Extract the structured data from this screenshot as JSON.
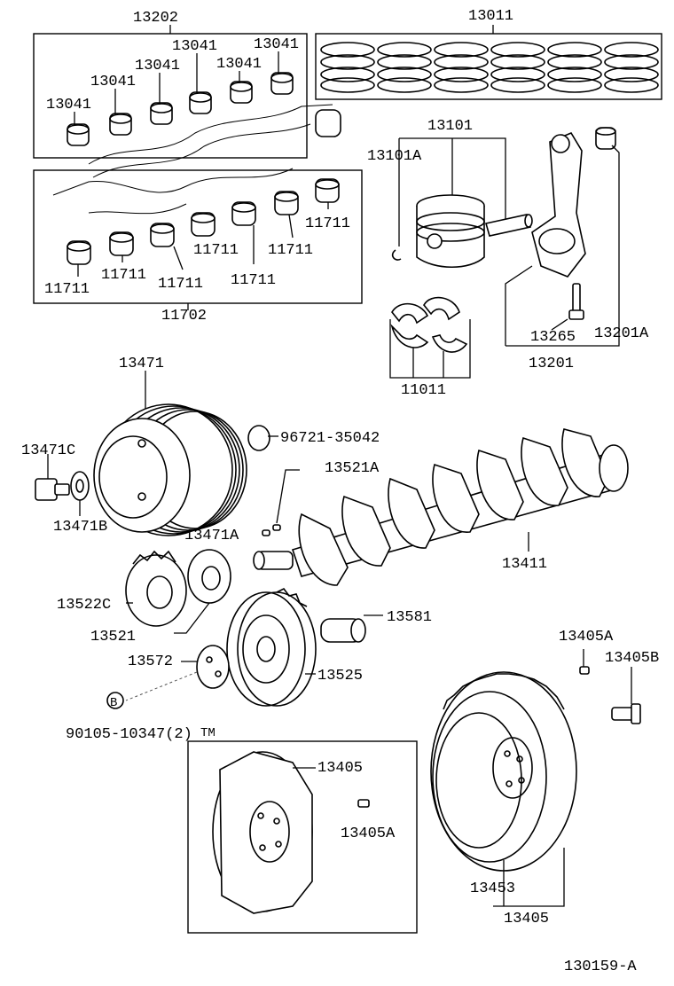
{
  "labels": {
    "l13202": "13202",
    "l13011": "13011",
    "l13041a": "13041",
    "l13041b": "13041",
    "l13041c": "13041",
    "l13041d": "13041",
    "l13041e": "13041",
    "l13041f": "13041",
    "l13101": "13101",
    "l13101A": "13101A",
    "l11711a": "11711",
    "l11711b": "11711",
    "l11711c": "11711",
    "l11711d": "11711",
    "l11711e": "11711",
    "l11711f": "11711",
    "l11711g": "11711",
    "l11702": "11702",
    "l13265": "13265",
    "l13201A": "13201A",
    "l13201": "13201",
    "l11011": "11011",
    "l13471": "13471",
    "l96721": "96721-35042",
    "l13471C": "13471C",
    "l13521A": "13521A",
    "l13471B": "13471B",
    "l13471A": "13471A",
    "l13411": "13411",
    "l13522C": "13522C",
    "l13521": "13521",
    "l13581": "13581",
    "l13405A_top": "13405A",
    "l13405B": "13405B",
    "l13572": "13572",
    "l13525": "13525",
    "circleB": "B",
    "l90105": "90105-10347(2)",
    "lTM": "TM",
    "l13405_box": "13405",
    "l13405A_box": "13405A",
    "l13453": "13453",
    "l13405_bottom": "13405",
    "code": "130159-A"
  }
}
